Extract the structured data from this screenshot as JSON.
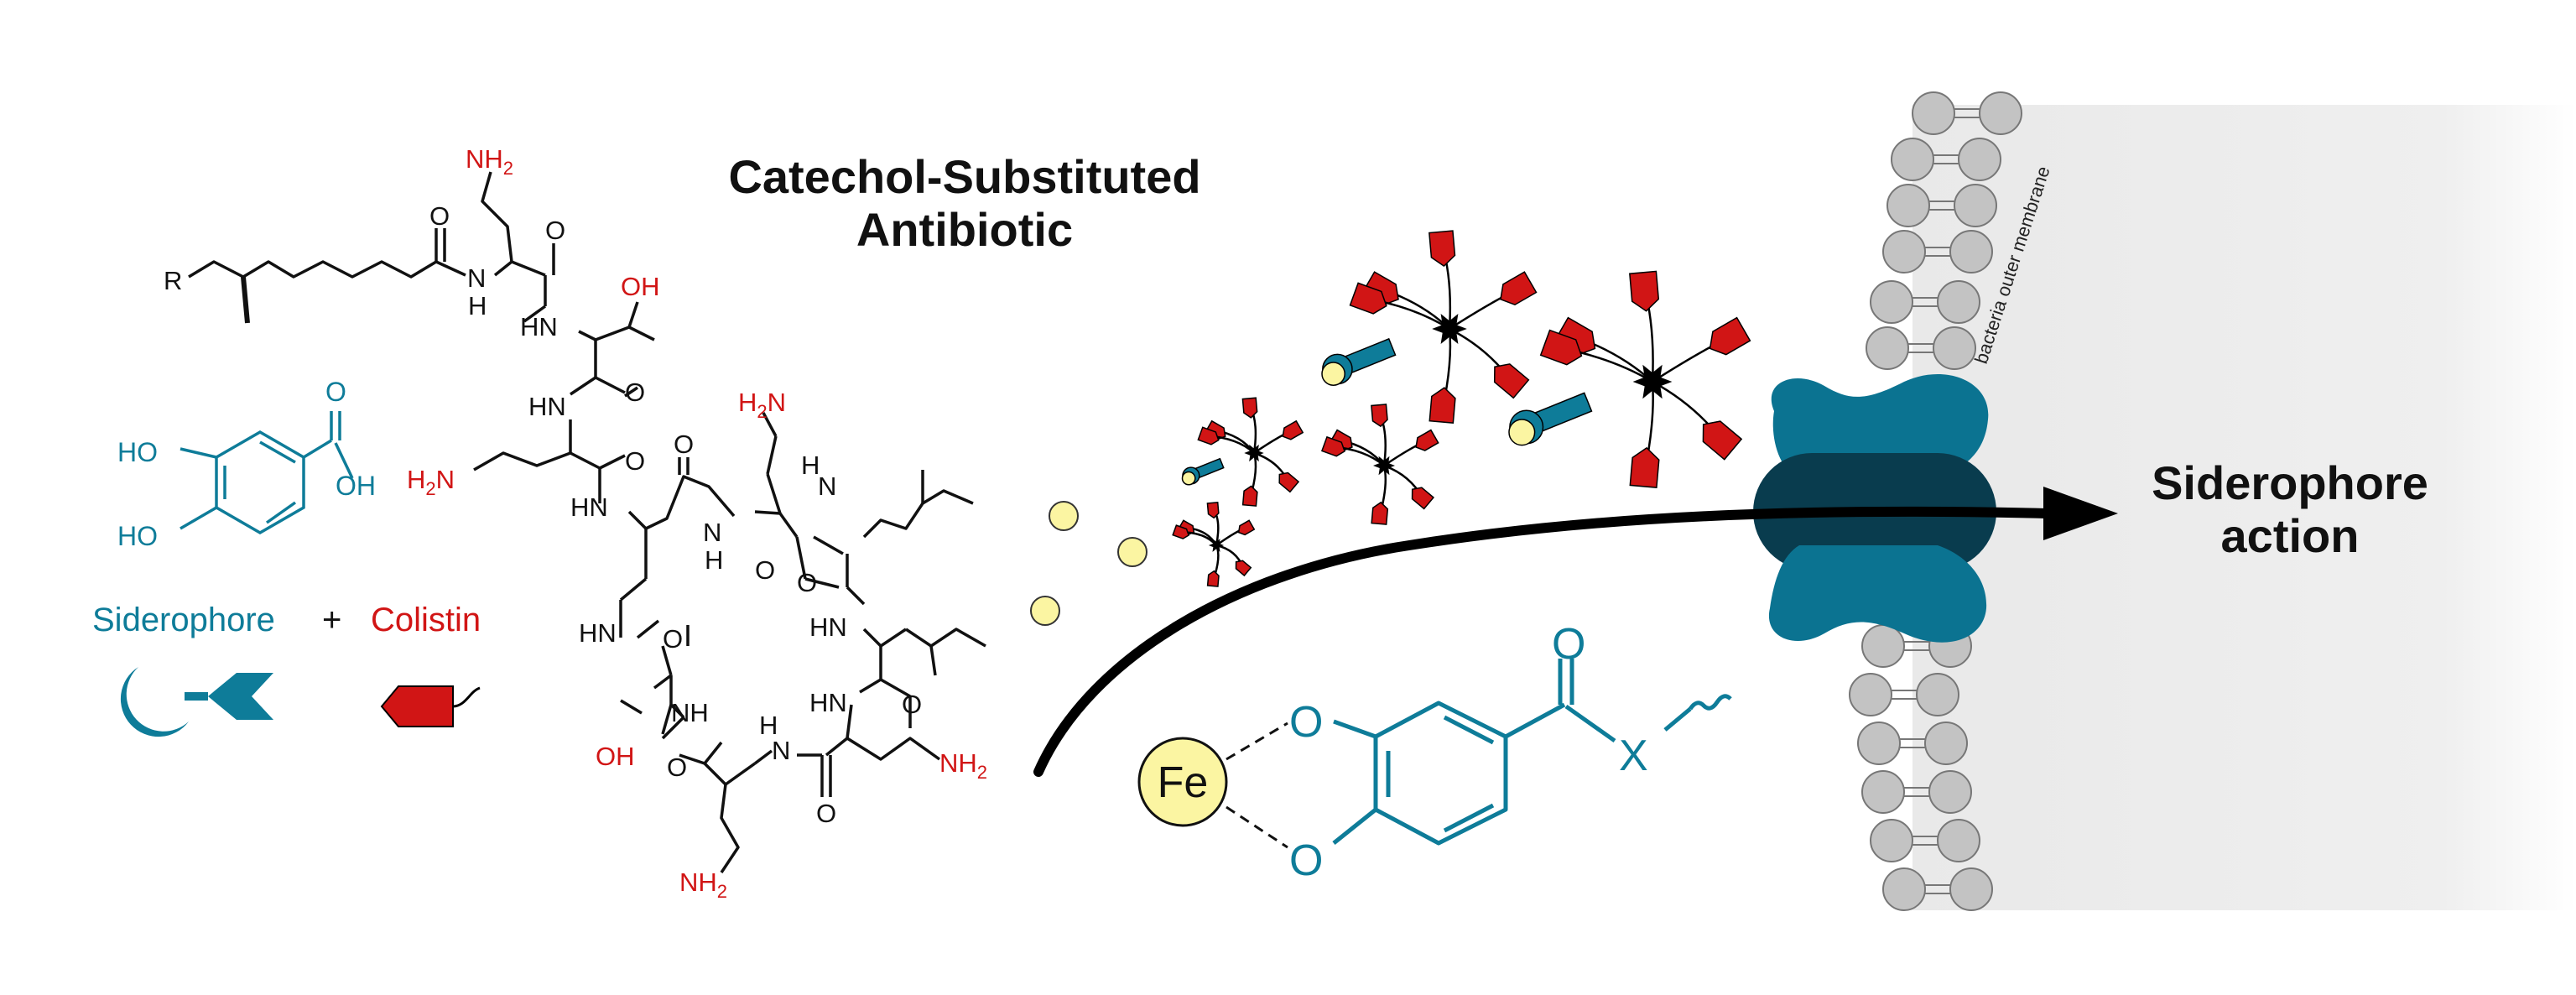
{
  "title": {
    "line1": "Catechol-Substituted",
    "line2": "Antibiotic"
  },
  "result": {
    "line1": "Siderophore",
    "line2": "action"
  },
  "legend": {
    "siderophore": "Siderophore",
    "plus": "+",
    "colistin": "Colistin"
  },
  "membrane_label": "bacteria outer membrane",
  "chem": {
    "R": "R",
    "O": "O",
    "OH": "OH",
    "HO": "HO",
    "H": "H",
    "N": "N",
    "HN": "HN",
    "NH": "NH",
    "NH2": "NH",
    "sub2": "2",
    "H2N": "H",
    "N_tail": "N",
    "Fe": "Fe",
    "X": "X"
  },
  "colors": {
    "siderophore": "#0e7c99",
    "colistin": "#d11515",
    "iron": "#fbf5a2",
    "porin": "#0b7391",
    "porin_core": "#093c4e",
    "lipid": "#c3c3c3",
    "membrane_fill": "#ececec"
  }
}
